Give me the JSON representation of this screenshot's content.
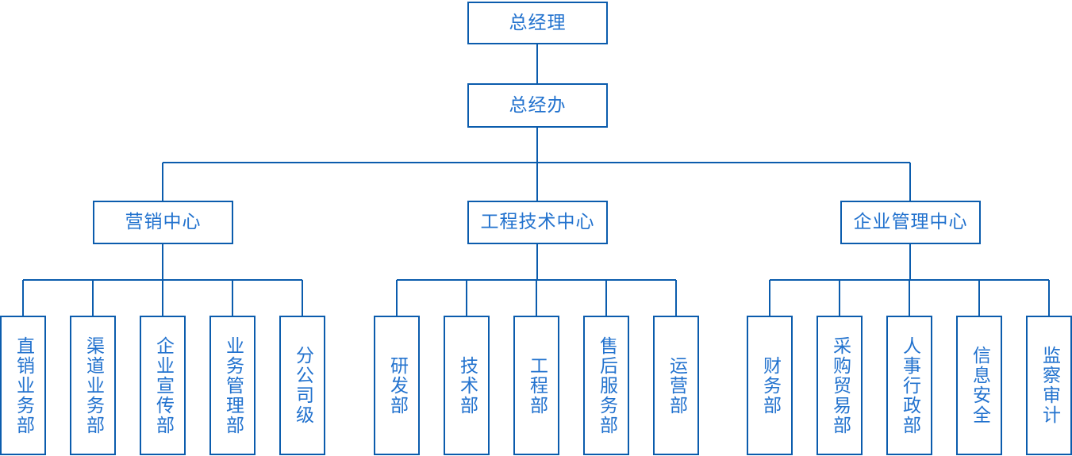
{
  "diagram": {
    "type": "organization-chart",
    "title": "",
    "colors": {
      "box_border": "#0b5cad",
      "connector": "#0b5cad",
      "text": "#2272ce",
      "background": "#ffffff"
    },
    "root": {
      "label": "总经理"
    },
    "second": {
      "label": "总经办"
    },
    "centers": [
      {
        "label": "营销中心"
      },
      {
        "label": "工程技术中心"
      },
      {
        "label": "企业管理中心"
      }
    ],
    "departments": [
      [
        {
          "label": "直销业务部"
        },
        {
          "label": "渠道业务部"
        },
        {
          "label": "企业宣传部"
        },
        {
          "label": "业务管理部"
        },
        {
          "label": "分公司级"
        }
      ],
      [
        {
          "label": "研发部"
        },
        {
          "label": "技术部"
        },
        {
          "label": "工程部"
        },
        {
          "label": "售后服务部"
        },
        {
          "label": "运营部"
        }
      ],
      [
        {
          "label": "财务部"
        },
        {
          "label": "采购贸易部"
        },
        {
          "label": "人事行政部"
        },
        {
          "label": "信息安全"
        },
        {
          "label": "监察审计"
        }
      ]
    ]
  }
}
